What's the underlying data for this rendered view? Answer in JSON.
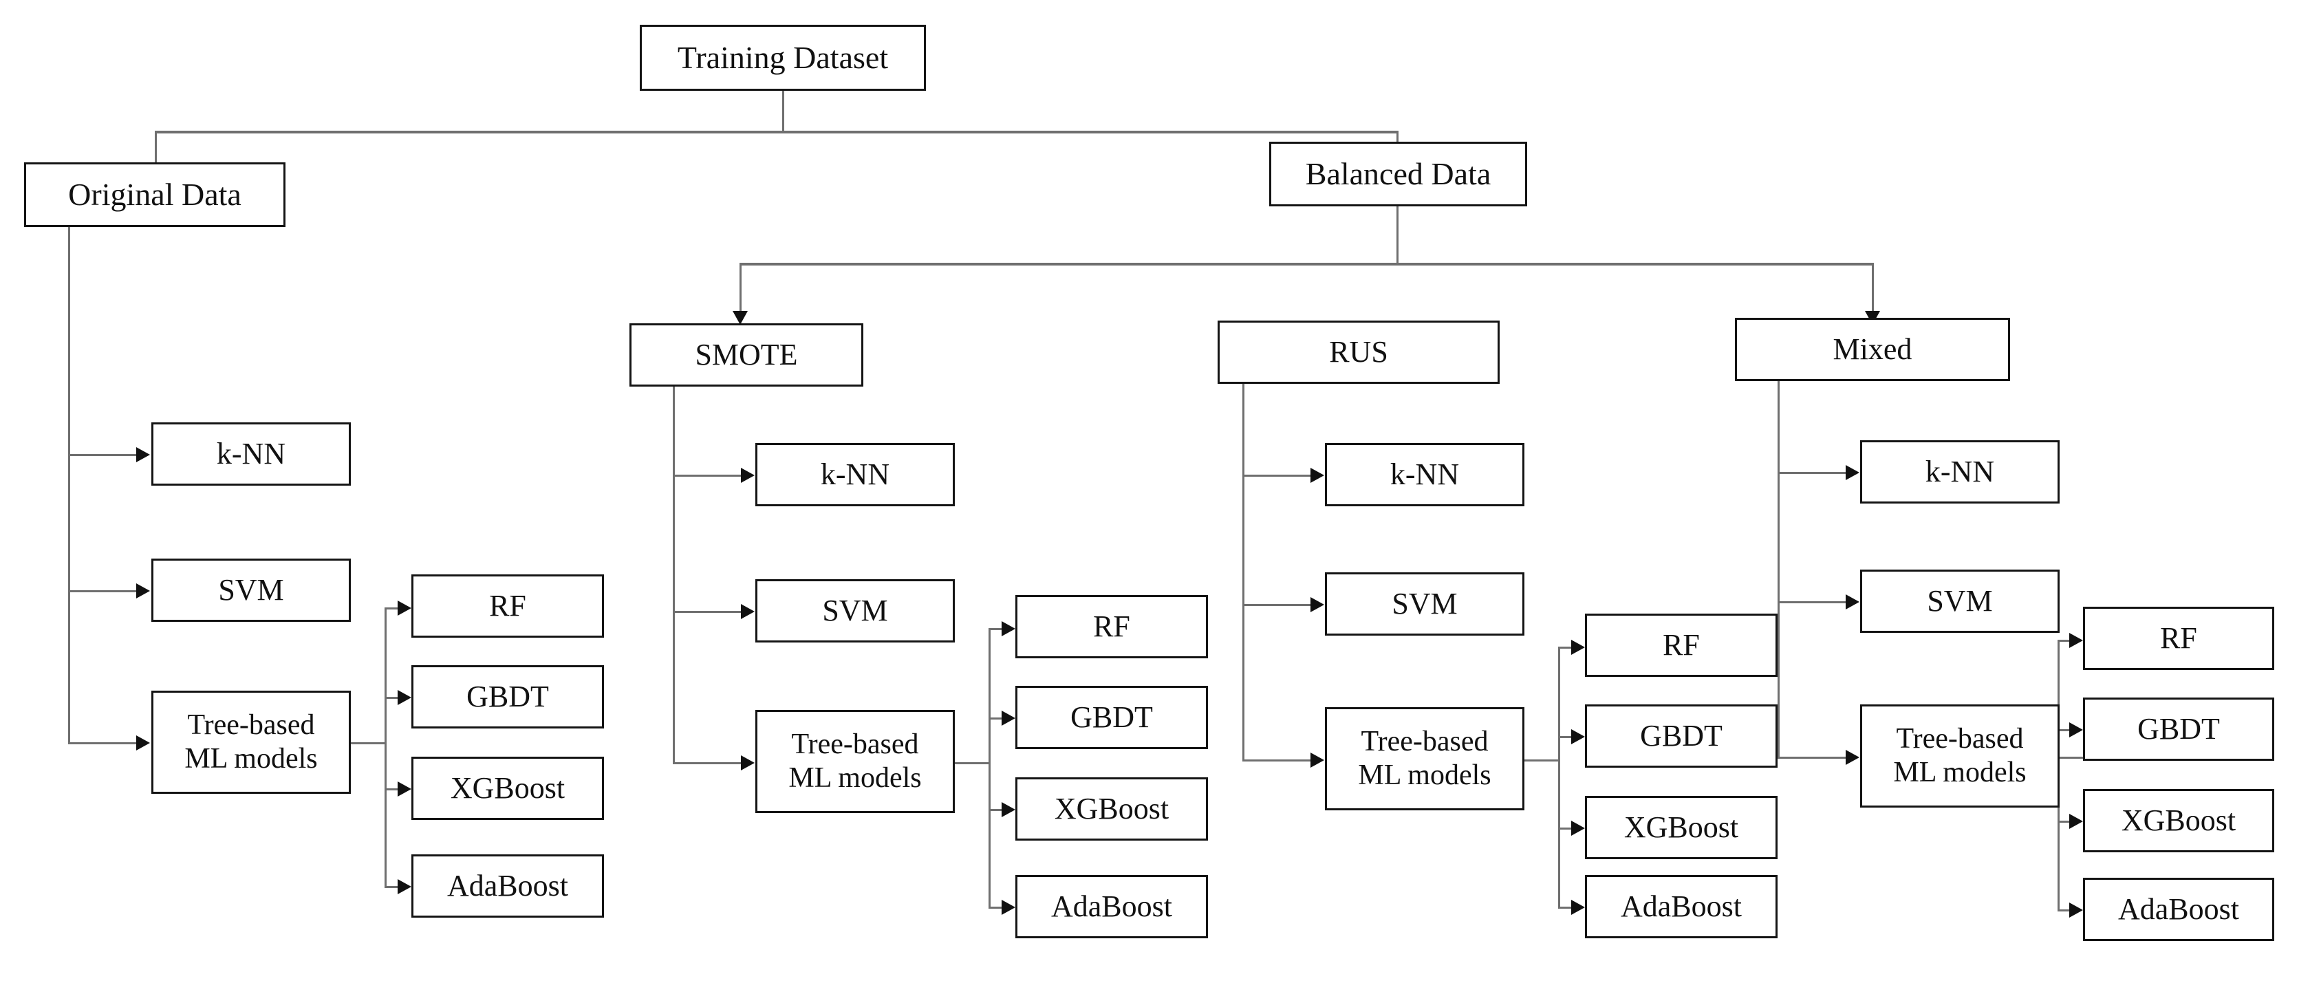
{
  "diagram": {
    "title": "Machine learning experiment design flowchart",
    "type": "flowchart",
    "root": {
      "id": "training-dataset",
      "label": "Training  Dataset"
    },
    "level1": [
      {
        "id": "original-data",
        "label": "Original  Data"
      },
      {
        "id": "balanced-data",
        "label": "Balanced  Data"
      }
    ],
    "sampling_methods": [
      {
        "id": "smote",
        "label": "SMOTE"
      },
      {
        "id": "rus",
        "label": "RUS"
      },
      {
        "id": "mixed",
        "label": "Mixed"
      }
    ],
    "base_models": [
      {
        "id": "knn",
        "label": "k-NN"
      },
      {
        "id": "svm",
        "label": "SVM"
      },
      {
        "id": "tree-based",
        "label": "Tree-based\nML models"
      }
    ],
    "tree_models": [
      {
        "id": "rf",
        "label": "RF"
      },
      {
        "id": "gbdt",
        "label": "GBDT"
      },
      {
        "id": "xgboost",
        "label": "XGBoost"
      },
      {
        "id": "adaboost",
        "label": "AdaBoost"
      }
    ],
    "branches": [
      {
        "id": "branch-original",
        "source": "original-data",
        "models": [
          "k-NN",
          "SVM",
          "Tree-based\nML models"
        ],
        "tree_models": [
          "RF",
          "GBDT",
          "XGBoost",
          "AdaBoost"
        ]
      },
      {
        "id": "branch-smote",
        "source": "SMOTE",
        "models": [
          "k-NN",
          "SVM",
          "Tree-based\nML models"
        ],
        "tree_models": [
          "RF",
          "GBDT",
          "XGBoost",
          "AdaBoost"
        ]
      },
      {
        "id": "branch-rus",
        "source": "RUS",
        "models": [
          "k-NN",
          "SVM",
          "Tree-based\nML models"
        ],
        "tree_models": [
          "RF",
          "GBDT",
          "XGBoost",
          "AdaBoost"
        ]
      },
      {
        "id": "branch-mixed",
        "source": "Mixed",
        "models": [
          "k-NN",
          "SVM",
          "Tree-based\nML models"
        ],
        "tree_models": [
          "RF",
          "GBDT",
          "XGBoost",
          "AdaBoost"
        ]
      }
    ],
    "colors": {
      "box_border": "#141414",
      "box_fill": "#ffffff",
      "connector": "#6f6f6f",
      "arrow": "#111111",
      "text": "#111111",
      "background": "#ffffff"
    }
  }
}
